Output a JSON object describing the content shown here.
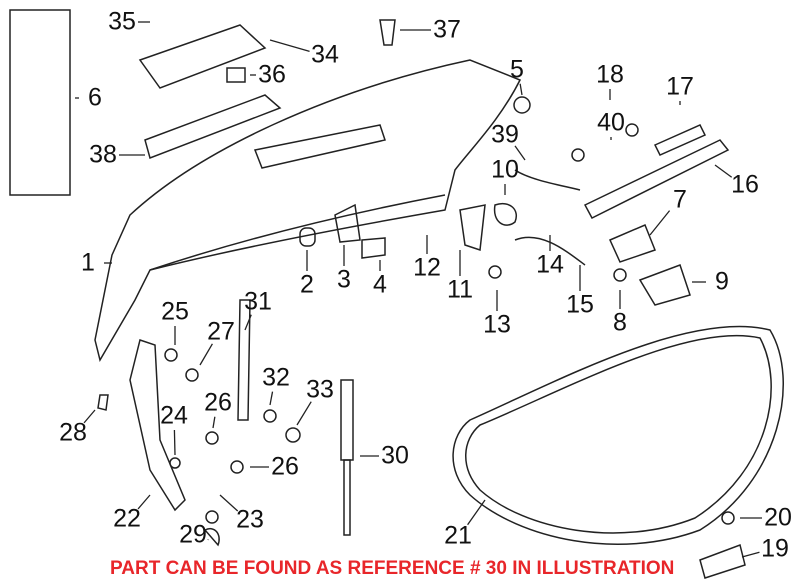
{
  "diagram": {
    "callouts": [
      "35",
      "37",
      "34",
      "36",
      "6",
      "5",
      "18",
      "17",
      "40",
      "39",
      "38",
      "10",
      "16",
      "7",
      "1",
      "2",
      "3",
      "4",
      "12",
      "11",
      "14",
      "15",
      "9",
      "13",
      "8",
      "25",
      "31",
      "27",
      "32",
      "33",
      "26",
      "26",
      "30",
      "28",
      "24",
      "22",
      "23",
      "21",
      "20",
      "29",
      "19"
    ],
    "notice": "PART CAN BE FOUND AS REFERENCE # 30 IN ILLUSTRATION",
    "notice_color": "#e8262a",
    "highlighted_reference": "30"
  }
}
